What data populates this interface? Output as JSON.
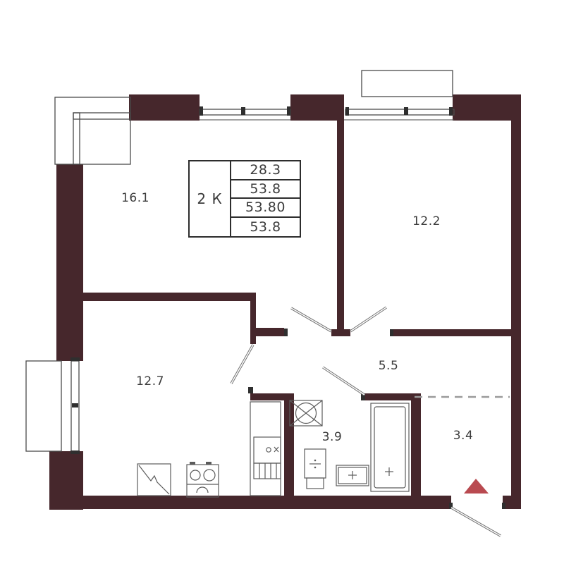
{
  "plan": {
    "table": {
      "unit_label": "2 К",
      "rows": [
        "28.3",
        "53.8",
        "53.80",
        "53.8"
      ]
    },
    "room_labels": {
      "living": "16.1",
      "bedroom": "12.2",
      "kitchen": "12.7",
      "hall": "5.5",
      "bathroom": "3.9",
      "entry": "3.4"
    },
    "colors": {
      "wall": "#46272c",
      "entrance": "#b94a50",
      "line": "#4a4a4a",
      "fixture": "#5c5c5c",
      "dashed": "#9a9a9a",
      "text": "#3c3c3c"
    }
  }
}
